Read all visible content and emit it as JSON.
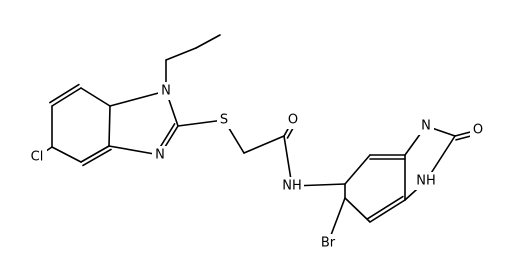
{
  "colors": {
    "background": "#ffffff",
    "bond": "#000000",
    "label": "#000000"
  },
  "atoms": {
    "cl": "Cl",
    "n1": "N",
    "n3": "N",
    "s": "S",
    "o_amide": "O",
    "nh_amide": "NH",
    "nh_top": "N",
    "o_keto": "O",
    "nh_bottom": "NH",
    "br": "Br"
  }
}
